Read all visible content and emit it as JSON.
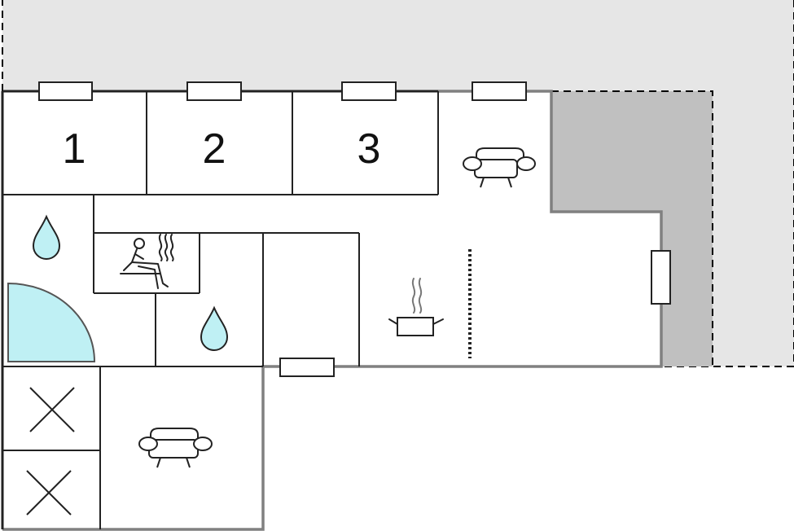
{
  "floorplan": {
    "bedrooms": [
      {
        "label": "1"
      },
      {
        "label": "2"
      },
      {
        "label": "3"
      }
    ],
    "icons": {
      "sofa_upper": "sofa-icon",
      "sofa_lower": "sofa-icon",
      "water_left": "water-drop-icon",
      "water_middle": "water-drop-icon",
      "sauna": "sauna-icon",
      "kitchen": "cooking-pot-icon",
      "storage_top": "cross-icon",
      "storage_bottom": "cross-icon"
    },
    "colors": {
      "terrace_light": "#e6e6e6",
      "terrace_dark": "#c0c0c0",
      "pool": "#bff0f4",
      "wall": "#222222",
      "outer_wall_gray": "#808080"
    }
  }
}
